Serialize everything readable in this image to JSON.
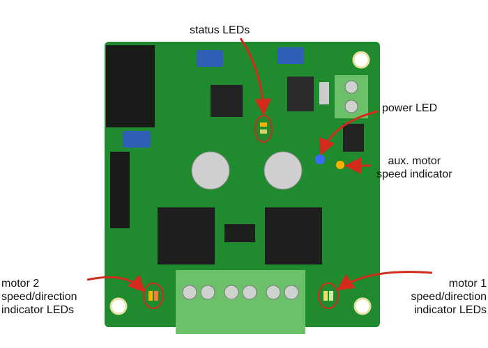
{
  "labels": {
    "status_leds": "status LEDs",
    "power_led": "power LED",
    "aux_motor_line1": "aux. motor",
    "aux_motor_line2": "speed indicator",
    "motor2_line1": "motor 2",
    "motor2_line2": "speed/direction",
    "motor2_line3": "indicator LEDs",
    "motor1_line1": "motor 1",
    "motor1_line2": "speed/direction",
    "motor1_line3": "indicator LEDs"
  },
  "colors": {
    "board": "#1f8a2e",
    "arrow": "#d42a1c",
    "terminal": "#6cc06a",
    "power_led": "#3a6bff",
    "status_led": "#ffb000"
  }
}
